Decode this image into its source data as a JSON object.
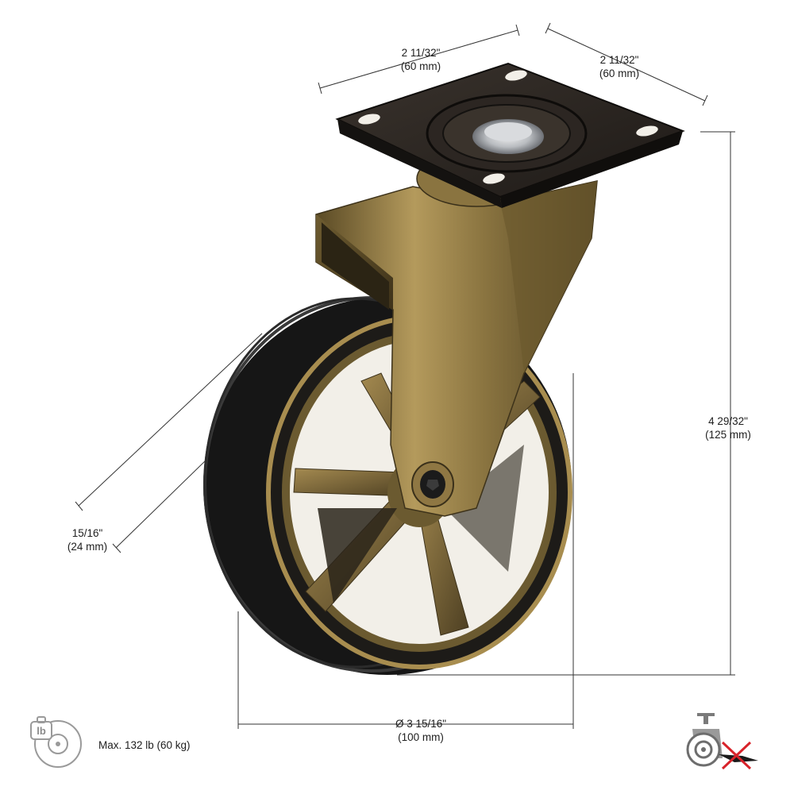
{
  "dimensions": {
    "plate_width": {
      "imperial": "2 11/32\"",
      "metric": "(60 mm)"
    },
    "plate_depth": {
      "imperial": "2 11/32\"",
      "metric": "(60 mm)"
    },
    "total_height": {
      "imperial": "4 29/32\"",
      "metric": "(125 mm)"
    },
    "tread_width": {
      "imperial": "15/16\"",
      "metric": "(24 mm)"
    },
    "wheel_diameter": {
      "imperial": "Ø 3 15/16\"",
      "metric": "(100 mm)"
    }
  },
  "load": {
    "icon_text": "lb",
    "label": "Max. 132 lb (60 kg)"
  },
  "icons": {
    "load": "weight-wheel-icon",
    "no_brake": "no-brake-caster-icon"
  },
  "colors": {
    "brass": "#8a7440",
    "plate": "#2a2623",
    "tire": "#1b1b1b",
    "dim_line": "#333333",
    "cross": "#d8232a"
  }
}
